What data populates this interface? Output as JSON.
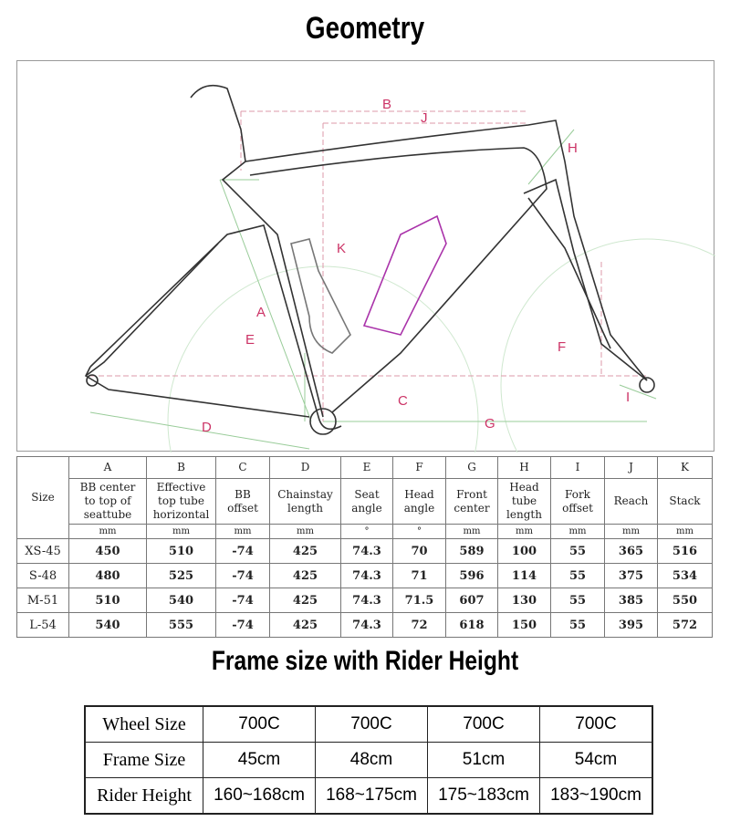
{
  "title": "Geometry",
  "diagram": {
    "labels": {
      "A": "A",
      "B": "B",
      "C": "C",
      "D": "D",
      "E": "E",
      "F": "F",
      "G": "G",
      "H": "H",
      "I": "I",
      "J": "J",
      "K": "K"
    }
  },
  "geometry_table": {
    "size_header": "Size",
    "columns": [
      {
        "letter": "A",
        "desc": [
          "BB center",
          "to top of",
          "seattube"
        ],
        "unit": "mm"
      },
      {
        "letter": "B",
        "desc": [
          "Effective",
          "top tube",
          "horizontal"
        ],
        "unit": "mm"
      },
      {
        "letter": "C",
        "desc": [
          "BB",
          "offset"
        ],
        "unit": "mm"
      },
      {
        "letter": "D",
        "desc": [
          "Chainstay",
          "length"
        ],
        "unit": "mm"
      },
      {
        "letter": "E",
        "desc": [
          "Seat",
          "angle"
        ],
        "unit": "°"
      },
      {
        "letter": "F",
        "desc": [
          "Head",
          "angle"
        ],
        "unit": "°"
      },
      {
        "letter": "G",
        "desc": [
          "Front",
          "center"
        ],
        "unit": "mm"
      },
      {
        "letter": "H",
        "desc": [
          "Head",
          "tube",
          "length"
        ],
        "unit": "mm"
      },
      {
        "letter": "I",
        "desc": [
          "Fork",
          "offset"
        ],
        "unit": "mm"
      },
      {
        "letter": "J",
        "desc": [
          "Reach"
        ],
        "unit": "mm"
      },
      {
        "letter": "K",
        "desc": [
          "Stack"
        ],
        "unit": "mm"
      }
    ],
    "rows": [
      {
        "size": "XS-45",
        "values": [
          "450",
          "510",
          "-74",
          "425",
          "74.3",
          "70",
          "589",
          "100",
          "55",
          "365",
          "516"
        ]
      },
      {
        "size": "S-48",
        "values": [
          "480",
          "525",
          "-74",
          "425",
          "74.3",
          "71",
          "596",
          "114",
          "55",
          "375",
          "534"
        ]
      },
      {
        "size": "M-51",
        "values": [
          "510",
          "540",
          "-74",
          "425",
          "74.3",
          "71.5",
          "607",
          "130",
          "55",
          "385",
          "550"
        ]
      },
      {
        "size": "L-54",
        "values": [
          "540",
          "555",
          "-74",
          "425",
          "74.3",
          "72",
          "618",
          "150",
          "55",
          "395",
          "572"
        ]
      }
    ]
  },
  "subtitle": "Frame size with Rider Height",
  "rider_table": [
    {
      "label": "Wheel Size",
      "values": [
        "700C",
        "700C",
        "700C",
        "700C"
      ]
    },
    {
      "label": "Frame Size",
      "values": [
        "45cm",
        "48cm",
        "51cm",
        "54cm"
      ]
    },
    {
      "label": "Rider Height",
      "values": [
        "160~168cm",
        "168~175cm",
        "175~183cm",
        "183~190cm"
      ]
    }
  ]
}
